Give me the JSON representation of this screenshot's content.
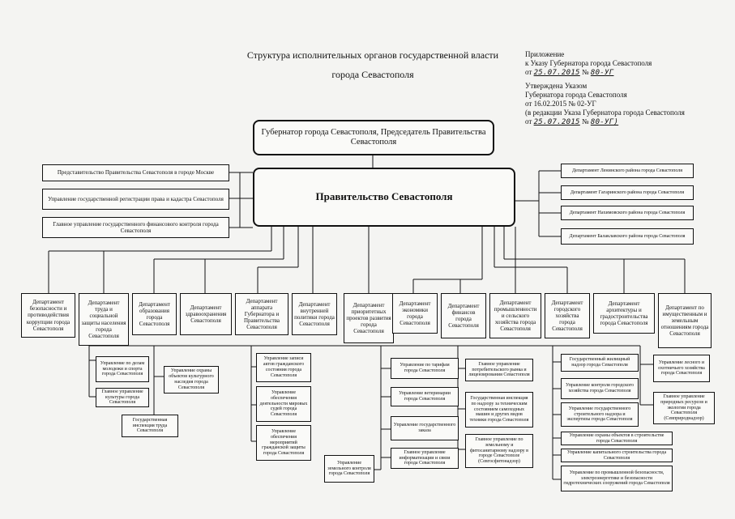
{
  "header": {
    "title_line1": "Структура исполнительных органов государственной власти",
    "title_line2": "города Севастополя",
    "annex_label": "Приложение",
    "annex_to": "к Указу Губернатора города Севастополя",
    "annex_date_prefix": "от",
    "annex_date": "25.07.2015",
    "annex_num_prefix": "№",
    "annex_num": "80-УГ",
    "approved_line1": "Утверждена Указом",
    "approved_line2": "Губернатора города Севастополя",
    "approved_line3": "от 16.02.2015 № 02-УГ",
    "edition_line": "(в редакции Указа Губернатора города Севастополя",
    "edition_date_prefix": "от",
    "edition_date": "25.07.2015",
    "edition_num_prefix": "№",
    "edition_num": "80-УГ)"
  },
  "governor": "Губернатор города Севастополя, Председатель Правительства Севастополя",
  "government": "Правительство Севастополя",
  "left_side": [
    "Представительство Правительства Севастополя в городе Москве",
    "Управление государственной регистрации права и кадастра Севастополя",
    "Главное управление государственного финансового контроля города Севастополя"
  ],
  "right_side": [
    "Департамент Ленинского района города Севастополя",
    "Департамент Гагаринского района города Севастополя",
    "Департамент Нахимовского района города Севастополя",
    "Департамент Балаклавского района города Севастополя"
  ],
  "departments": [
    "Департамент безопасности и противодействия коррупции города Севастополя",
    "Департамент труда и социальной защиты населения города Севастополя",
    "Департамент образования города Севастополя",
    "Департамент здравоохранения Севастополя",
    "Департамент аппарата Губернатора и Правительства Севастополя",
    "Департамент внутренней политики города Севастополя",
    "Департамент приоритетных проектов развития города Севастополя",
    "Департамент экономики города Севастополя",
    "Департамент финансов города Севастополя",
    "Департамент промышленности и сельского хозяйства города Севастополя",
    "Департамент городского хозяйства города Севастополя",
    "Департамент архитектуры и градостроительства города Севастополя",
    "Департамент по имущественным и земельным отношениям города Севастополя"
  ],
  "lower": {
    "a1": "Управление по делам молодежи и спорта города Севастополя",
    "a2": "Главное управление культуры города Севастополя",
    "a3": "Управление охраны объектов культурного наследия города Севастополя",
    "a4": "Государственная инспекция труда Севастополя",
    "b1": "Управление записи актов гражданского состояния города Севастополя",
    "b2": "Управление обеспечения деятельности мировых судей города Севастополя",
    "b3": "Управление обеспечения мероприятий гражданской защиты города Севастополя",
    "b4": "Управление земельного контроля города Севастополя",
    "c1": "Управление по тарифам города Севастополя",
    "c2": "Управление ветеринарии города Севастополя",
    "c3": "Управление государственного заказа",
    "c4": "Главное управление информатизации и связи города Севастополя",
    "d1": "Главное управление потребительского рынка и лицензирования Севастополя",
    "d2": "Государственная инспекция по надзору за техническим состоянием самоходных машин и других видов техники города Севастополя",
    "d3": "Главное управление по земельному и фитосанитарному надзору в городе Севастополе (Севгосфитонадзор)",
    "e1": "Государственный жилищный надзор города Севастополя",
    "e2": "Управление контроля городского хозяйства города Севастополя",
    "e3": "Управление государственного строительного надзора и экспертизы города Севастополя",
    "e4": "Управление охраны объектов в строительстве города Севастополя",
    "e5": "Управление капитального строительства города Севастополя",
    "e6": "Управление по промышленной безопасности, электроэнергетике и безопасности гидротехнических сооружений города Севастополя",
    "f1": "Управление лесного и охотничьего хозяйства города Севастополя",
    "f2": "Главное управление природных ресурсов и экологии города Севастополя (Севприроднадзор)"
  }
}
